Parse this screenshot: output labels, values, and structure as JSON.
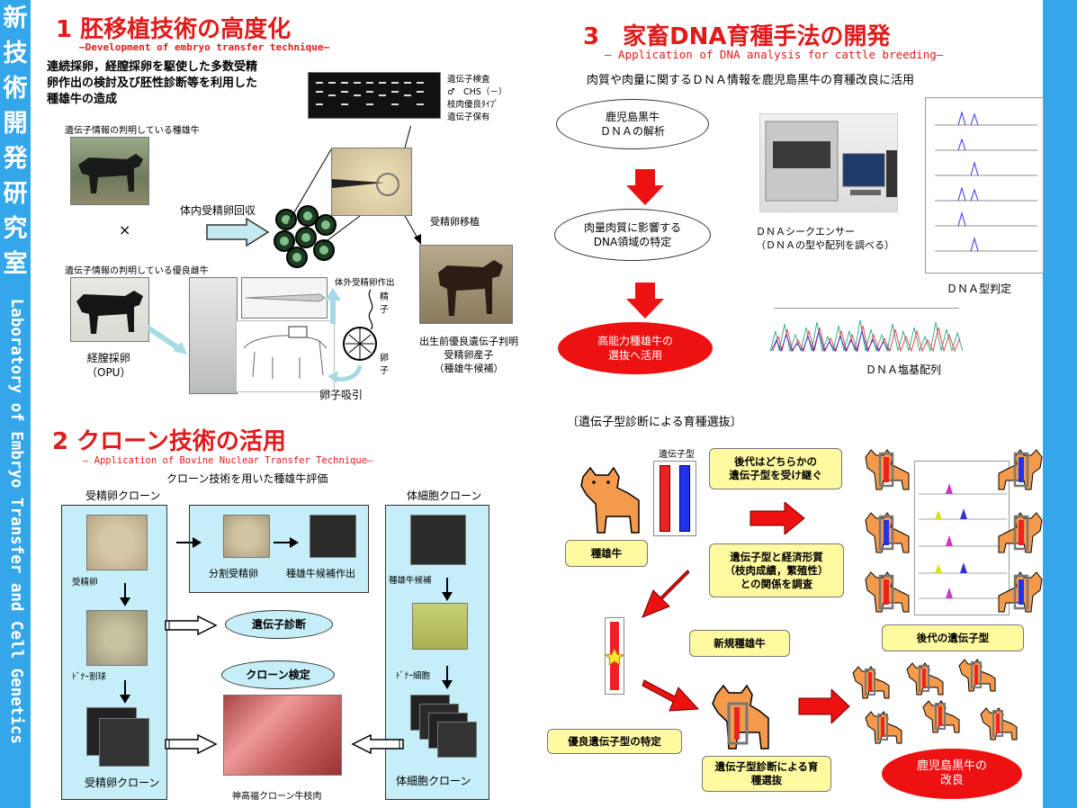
{
  "sidebar": {
    "ja_chars": [
      "新",
      "技",
      "術",
      "開",
      "発",
      "研",
      "究",
      "室"
    ],
    "en_vertical": "Laboratory of Embryo  Transfer and Cell Genetics"
  },
  "section1": {
    "title": "1  胚移植技術の高度化",
    "en": "―Development of embryo transfer technique―",
    "desc": [
      "連続採卵，経膣採卵を駆使した多数受精",
      "卵作出の検討及び胚性診断等を利用した",
      "種雄牛の造成"
    ],
    "label_bull": "遺伝子情報の判明している種雄牛",
    "label_cow": "遺伝子情報の判明している優良雌牛",
    "times": "×",
    "in_vivo": "体内受精卵回収",
    "gel_notes": [
      "遺伝子検査",
      "♂　CHS（－）",
      "枝肉優良ﾀｲﾌﾟ",
      "遺伝子保有"
    ],
    "transfer": "受精卵移植",
    "opu": [
      "経膣採卵",
      "（OPU）"
    ],
    "ivf": "体外受精卵作出",
    "sperm": [
      "精",
      "子"
    ],
    "egg": [
      "卵",
      "子"
    ],
    "aspiration": "卵子吸引",
    "calf_caption": [
      "出生前優良遺伝子判明",
      "受精卵産子",
      "（種雄牛候補）"
    ]
  },
  "section2": {
    "title": "2  クローン技術の活用",
    "en": "―  Application of Bovine Nuclear Transfer Technique―",
    "subtitle": "クローン技術を用いた種雄牛評価",
    "left_header": "受精卵クローン",
    "right_header": "体細胞クローン",
    "fertilized": "受精卵",
    "donor_blast": "ﾄﾞﾅｰ割球",
    "emb_clone": "受精卵クローン",
    "split": "分割受精卵",
    "candidate_made": "種雄牛候補作出",
    "gene_diag": "遺伝子診断",
    "clone_test": "クローン検定",
    "meat": "神高福クローン牛枝肉",
    "bull_cand": "種雄牛候補",
    "donor_cell": "ﾄﾞﾅｰ細胞",
    "somatic_clone": "体細胞クローン"
  },
  "section3": {
    "title": "3　家畜DNA育種手法の開発",
    "en": "―  Application of DNA analysis for cattle breeding―",
    "desc": "肉質や肉量に関するＤＮＡ情報を鹿児島黒牛の育種改良に活用",
    "oval1": [
      "鹿児島黒牛",
      "ＤＮＡの解析"
    ],
    "oval2": [
      "肉量肉質に影響する",
      "DNA領域の特定"
    ],
    "oval3": [
      "高能力種雄牛の",
      "選抜へ活用"
    ],
    "sequencer": [
      "ＤＮＡシークエンサー",
      "（ＤＮＡの型や配列を調べる）"
    ],
    "typing": "ＤＮＡ型判定",
    "sequence": "ＤＮＡ塩基配列",
    "colors": {
      "red": "#ee1111"
    }
  },
  "section4": {
    "title": "〔遺伝子型診断による育種選抜〕",
    "genotype": "遺伝子型",
    "bull": "種雄牛",
    "inherit": [
      "後代はどちらかの",
      "遺伝子型を受け継ぐ"
    ],
    "relation": [
      "遺伝子型と経済形質",
      "（枝肉成績，繁殖性）",
      "との関係を調査"
    ],
    "new_bull": "新規種雄牛",
    "progeny_gt": "後代の遺伝子型",
    "superior": "優良遺伝子型の特定",
    "selection": [
      "遺伝子型診断による育",
      "種選抜"
    ],
    "improve": [
      "鹿児島黒牛の",
      "改良"
    ]
  }
}
